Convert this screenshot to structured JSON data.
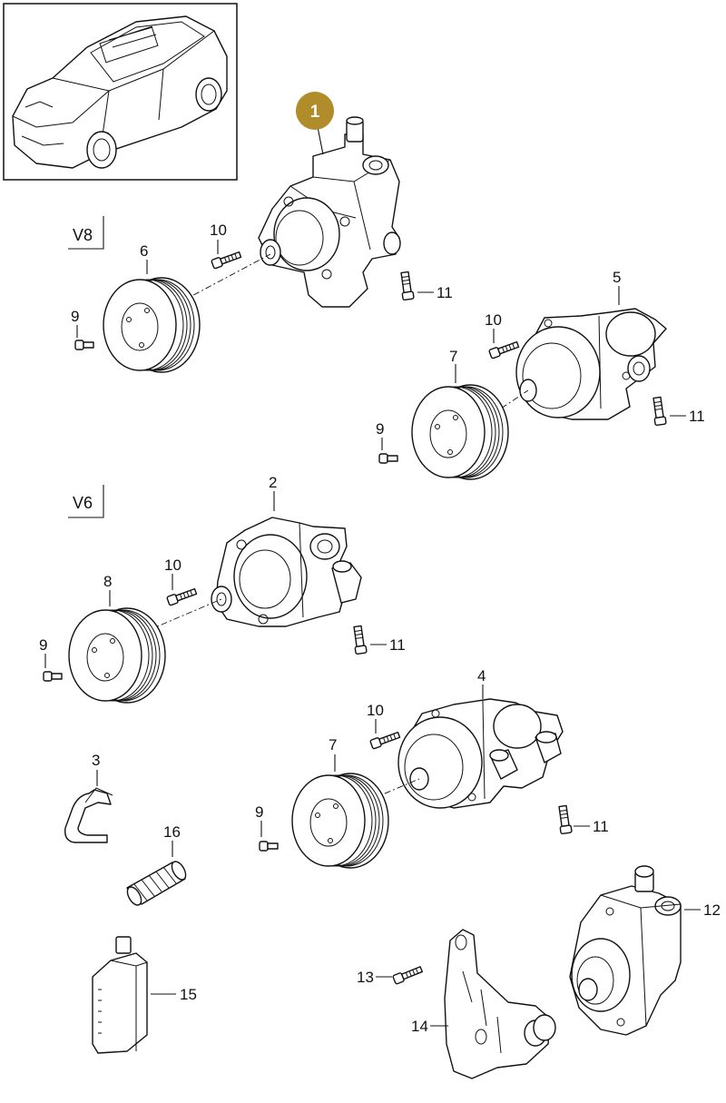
{
  "highlight_color": "#b08d2a",
  "thumbnail": {
    "icon": "suv-car-icon"
  },
  "sections": {
    "v8": "V8",
    "v6": "V6"
  },
  "callouts": {
    "c1": "1",
    "c2": "2",
    "c3": "3",
    "c4": "4",
    "c5": "5",
    "c6": "6",
    "c7a": "7",
    "c7b": "7",
    "c8": "8",
    "c9a": "9",
    "c9b": "9",
    "c9c": "9",
    "c9d": "9",
    "c10a": "10",
    "c10b": "10",
    "c10c": "10",
    "c10d": "10",
    "c11a": "11",
    "c11b": "11",
    "c11c": "11",
    "c11d": "11",
    "c12": "12",
    "c13": "13",
    "c14": "14",
    "c15": "15",
    "c16": "16"
  }
}
